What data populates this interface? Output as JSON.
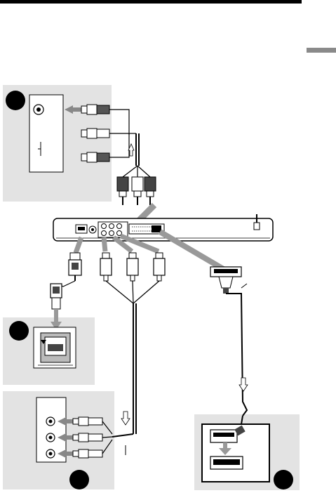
{
  "page": {
    "background": "#ffffff",
    "panel_color": "#e3e3e3",
    "header_bar_color": "#000000",
    "side_tab_color": "#8a8a8a"
  },
  "panels": [
    {
      "id": "panel-a",
      "marker": "circle-a-icon"
    },
    {
      "id": "panel-b",
      "marker": "circle-b-icon"
    },
    {
      "id": "panel-c",
      "marker": "circle-c-icon"
    },
    {
      "id": "panel-d",
      "marker": "circle-d-icon"
    }
  ],
  "icons": {
    "player": "dvd-player-rear-panel",
    "hdmi": "hdmi-plug-icon",
    "rca": "rca-plug-icon",
    "scart": "scart-plug-icon",
    "arrow": "flow-arrow-icon"
  }
}
